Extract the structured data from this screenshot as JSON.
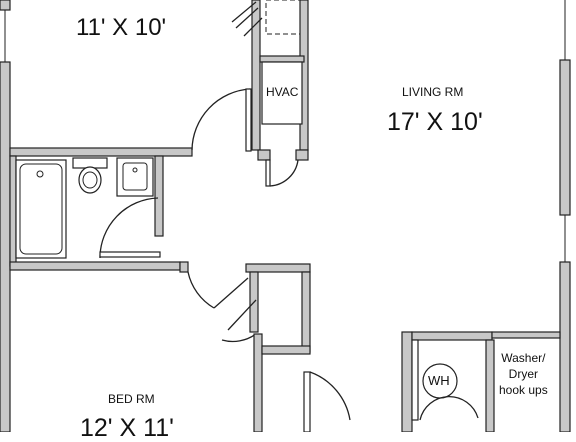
{
  "labels": {
    "room_dim_top": "11' X 10'",
    "living_name": "LIVING RM",
    "living_dim": "17' X 10'",
    "hvac": "HVAC",
    "water_heater": "WH",
    "washer_lines": [
      "Washer/",
      "Dryer",
      "hook ups"
    ],
    "bed_name": "BED RM",
    "bed_dim": "12' X 11'"
  },
  "colors": {
    "wall_fill": "#c8c8c8",
    "wall_stroke": "#222222",
    "line": "#222222",
    "background": "#ffffff"
  }
}
